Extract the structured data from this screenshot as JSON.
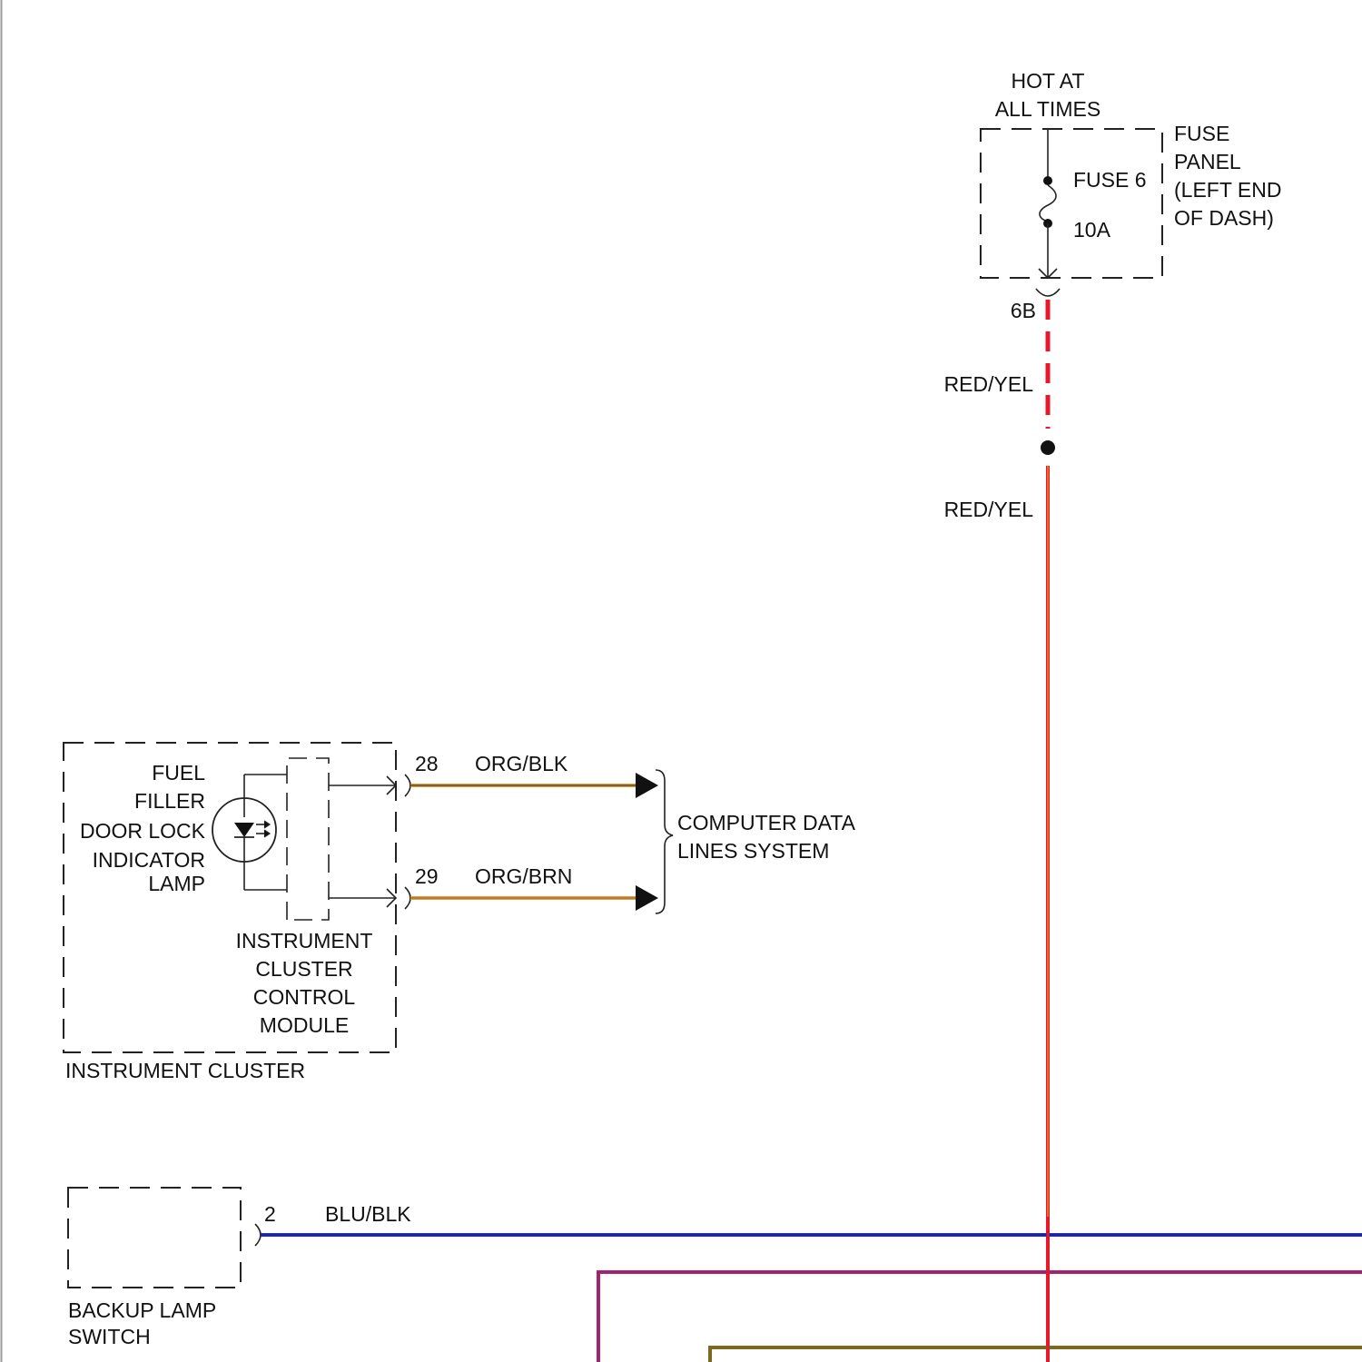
{
  "power": {
    "hot_line1": "HOT AT",
    "hot_line2": "ALL TIMES",
    "fuse_name": "FUSE 6",
    "fuse_rating": "10A",
    "panel_line1": "FUSE",
    "panel_line2": "PANEL",
    "panel_line3": "(LEFT END",
    "panel_line4": "OF DASH)",
    "terminal": "6B"
  },
  "wires": {
    "red_yel_upper": "RED/YEL",
    "red_yel_lower": "RED/YEL",
    "org_blk_pin": "28",
    "org_blk": "ORG/BLK",
    "org_brn_pin": "29",
    "org_brn": "ORG/BRN",
    "blu_blk_pin": "2",
    "blu_blk": "BLU/BLK"
  },
  "computer_data": {
    "line1": "COMPUTER DATA",
    "line2": "LINES SYSTEM"
  },
  "instrument_cluster": {
    "lamp_line1": "FUEL",
    "lamp_line2": "FILLER",
    "lamp_line3": "DOOR LOCK",
    "lamp_line4": "INDICATOR",
    "lamp_line5": "LAMP",
    "module_line1": "INSTRUMENT",
    "module_line2": "CLUSTER",
    "module_line3": "CONTROL",
    "module_line4": "MODULE",
    "title": "INSTRUMENT CLUSTER"
  },
  "backup_switch": {
    "line1": "BACKUP LAMP",
    "line2": "SWITCH"
  },
  "colors": {
    "red_yel": "#e8182a",
    "red_yel_stripe": "#f0a020",
    "orange": "#e69a3c",
    "blue": "#2230d8",
    "magenta": "#c0205a",
    "olive": "#7a6a20"
  }
}
